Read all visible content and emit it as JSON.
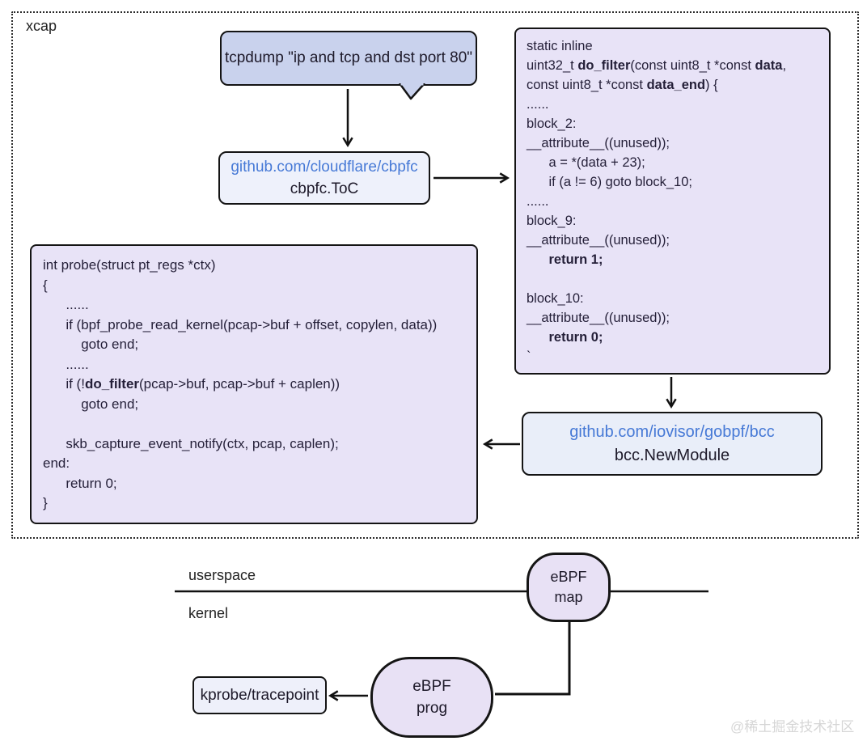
{
  "diagram": {
    "outer_label": "xcap",
    "bubble": {
      "text": "tcpdump \"ip and tcp and dst port 80\""
    },
    "cbpfc_box": {
      "link": "github.com/cloudflare/cbpfc",
      "caption": "cbpfc.ToC"
    },
    "gobpf_box": {
      "link": "github.com/iovisor/gobpf/bcc",
      "caption": "bcc.NewModule"
    },
    "filter_code": {
      "lines": [
        [
          {
            "t": "static inline"
          }
        ],
        [
          {
            "t": "uint32_t "
          },
          {
            "t": "do_filter",
            "b": 1
          },
          {
            "t": "(const uint8_t *const "
          },
          {
            "t": "data",
            "b": 1
          },
          {
            "t": ","
          }
        ],
        [
          {
            "t": "const uint8_t *const "
          },
          {
            "t": "data_end",
            "b": 1
          },
          {
            "t": ") {"
          }
        ],
        [
          {
            "t": "......"
          }
        ],
        [
          {
            "t": "block_2:"
          }
        ],
        [
          {
            "t": "__attribute__((unused));"
          }
        ],
        [
          {
            "t": "      a = *(data + 23);"
          }
        ],
        [
          {
            "t": "      if (a != 6) goto block_10;"
          }
        ],
        [
          {
            "t": "......"
          }
        ],
        [
          {
            "t": "block_9:"
          }
        ],
        [
          {
            "t": "__attribute__((unused));"
          }
        ],
        [
          {
            "t": "      "
          },
          {
            "t": "return 1;",
            "b": 1
          }
        ],
        [],
        [
          {
            "t": "block_10:"
          }
        ],
        [
          {
            "t": "__attribute__((unused));"
          }
        ],
        [
          {
            "t": "      "
          },
          {
            "t": "return 0;",
            "b": 1
          }
        ],
        [
          {
            "t": "`"
          }
        ]
      ]
    },
    "probe_code": {
      "lines": [
        [
          {
            "t": "int probe(struct pt_regs *ctx)"
          }
        ],
        [
          {
            "t": "{"
          }
        ],
        [
          {
            "t": "      ......"
          }
        ],
        [
          {
            "t": "      if (bpf_probe_read_kernel(pcap->buf + offset, copylen, data))"
          }
        ],
        [
          {
            "t": "          goto end;"
          }
        ],
        [
          {
            "t": "      ......"
          }
        ],
        [
          {
            "t": "      if (!"
          },
          {
            "t": "do_filter",
            "b": 1
          },
          {
            "t": "(pcap->buf, pcap->buf + caplen))"
          }
        ],
        [
          {
            "t": "          goto end;"
          }
        ],
        [],
        [
          {
            "t": "      skb_capture_event_notify(ctx, pcap, caplen);"
          }
        ],
        [
          {
            "t": "end:"
          }
        ],
        [
          {
            "t": "      return 0;"
          }
        ],
        [
          {
            "t": "}"
          }
        ]
      ]
    },
    "boundary": {
      "top_label": "userspace",
      "bottom_label": "kernel"
    },
    "map_node": {
      "line1": "eBPF",
      "line2": "map"
    },
    "prog_node": {
      "line1": "eBPF",
      "line2": "prog"
    },
    "kprobe_box": {
      "label": "kprobe/tracepoint"
    },
    "watermark": "@稀土掘金技术社区",
    "colors": {
      "link_blue": "#4679d6",
      "code_fill": "#e8e3f7",
      "bubble_fill": "#c9d2ed",
      "linkbox_fill": "#eef1fb",
      "gobpf_fill": "#e9eef9",
      "ellipse_fill": "#e8e1f5",
      "kprobe_fill": "#eef0fa",
      "stroke": "#141414",
      "text": "#1d1929"
    }
  }
}
